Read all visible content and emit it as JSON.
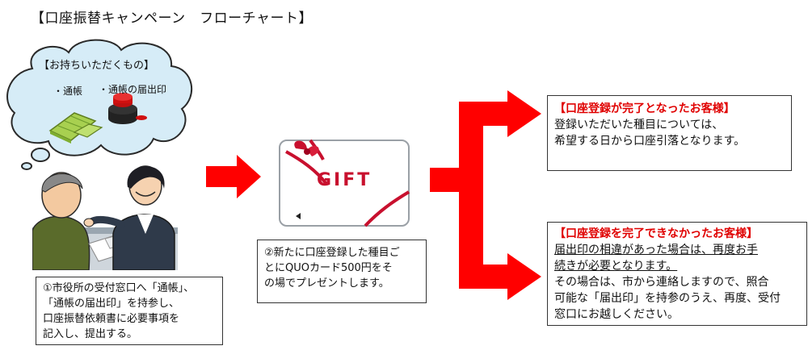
{
  "title": "【口座振替キャンペーン　フローチャート】",
  "cloud": {
    "heading": "【お持ちいただくもの】",
    "items": [
      "・通帳",
      "・通帳の届出印"
    ]
  },
  "card": {
    "label": "GIFT"
  },
  "step1": {
    "lines": [
      "①市役所の受付窓口へ「通帳」、",
      "「通帳の届出印」を持参し、",
      "口座振替依頼書に必要事項を",
      "記入し、提出する。"
    ]
  },
  "step2": {
    "lines": [
      "②新たに口座登録した種目ご",
      "とにQUOカード500円をそ",
      "の場でプレゼントします。"
    ]
  },
  "result_done": {
    "heading": "【口座登録が完了となったお客様】",
    "lines": [
      "登録いただいた種目については、",
      "希望する日から口座引落となります。"
    ]
  },
  "result_failed": {
    "heading": "【口座登録を完了できなかったお客様】",
    "underlined": [
      "届出印の相違があった場合は、再度お手",
      "続きが必要となります。"
    ],
    "lines": [
      "その場合は、市から連絡しますので、照合",
      "可能な「届出印」を持参のうえ、再度、受付",
      "窓口にお越しください。"
    ]
  },
  "colors": {
    "arrow": "#ff0000",
    "heading": "#e00000",
    "passbook": "#a8d050",
    "seal": "#d01010"
  }
}
